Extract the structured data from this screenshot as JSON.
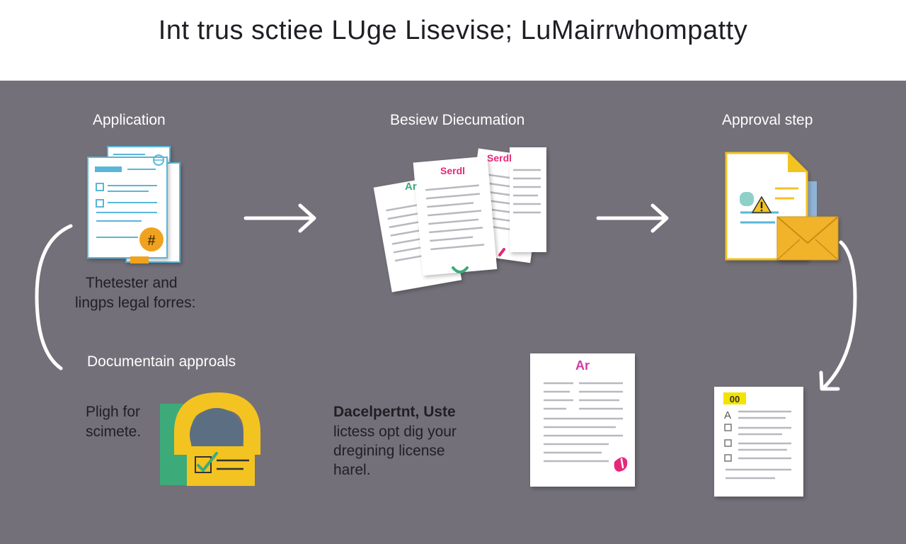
{
  "title": "Int trus sctiee LUge Lisevise; LuMairrwhompatty",
  "steps": {
    "application": "Application",
    "review": "Besiew Diecumation",
    "approval": "Approval step"
  },
  "captions": {
    "left_line1": "Thetester and",
    "left_line2": "lingps legal forres:",
    "documentation": "Documentain approals",
    "pligh_line1": "Pligh for",
    "pligh_line2": "scimete.",
    "dacel_heading": "Dacelpertnt, Uste",
    "dacel_line1": "lictess opt dig your",
    "dacel_line2": "dregining license",
    "dacel_line3": "harel."
  },
  "doc_labels": {
    "serial_a": "Serdl",
    "serial_b": "Serdl",
    "ar_small": "Ar",
    "ar_big": "Ar",
    "checklist_badge": "00",
    "checklist_a": "A",
    "hash_badge": "#"
  },
  "colors": {
    "panel": "#737079",
    "accent_blue": "#5ab6d9",
    "accent_yellow": "#f3c321",
    "accent_orange": "#f0a21e",
    "accent_green": "#3daa7a",
    "accent_pink": "#e6287a"
  }
}
